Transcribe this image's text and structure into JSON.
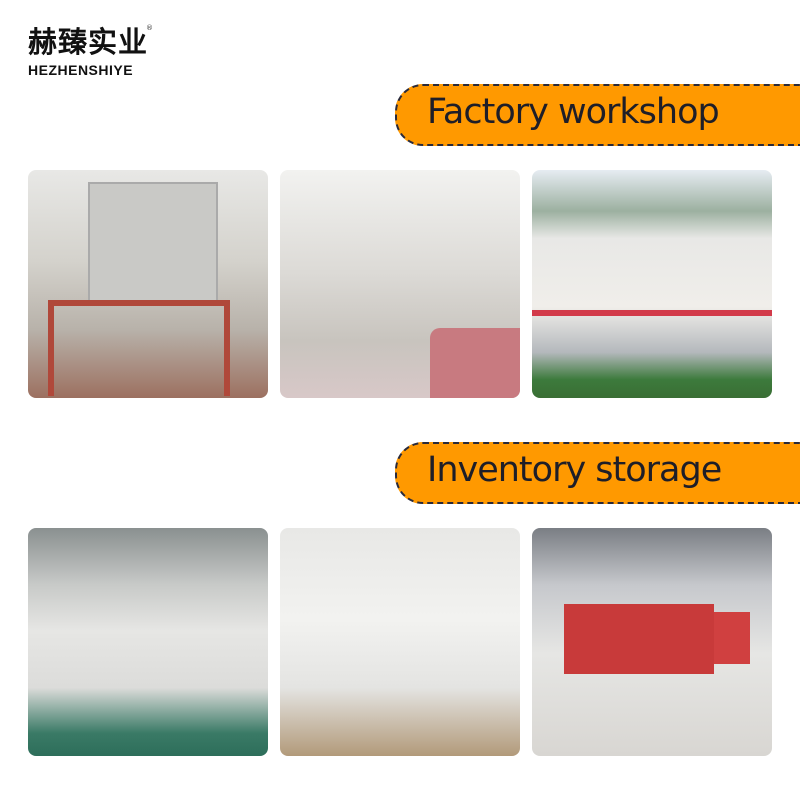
{
  "brand": {
    "name_cn": "赫臻实业",
    "name_en": "HEZHENSHIYE",
    "registered_mark": "®"
  },
  "colors": {
    "banner": "#ff9900",
    "banner_text": "#1e1e28"
  },
  "sections": [
    {
      "title": "Factory workshop",
      "photos": [
        "cooling-tower-photo",
        "production-line-photo",
        "storage-tanks-photo"
      ]
    },
    {
      "title": "Inventory storage",
      "photos": [
        "stacked-bags-warehouse-photo",
        "stacked-sacks-photo",
        "truck-loading-photo"
      ]
    }
  ]
}
